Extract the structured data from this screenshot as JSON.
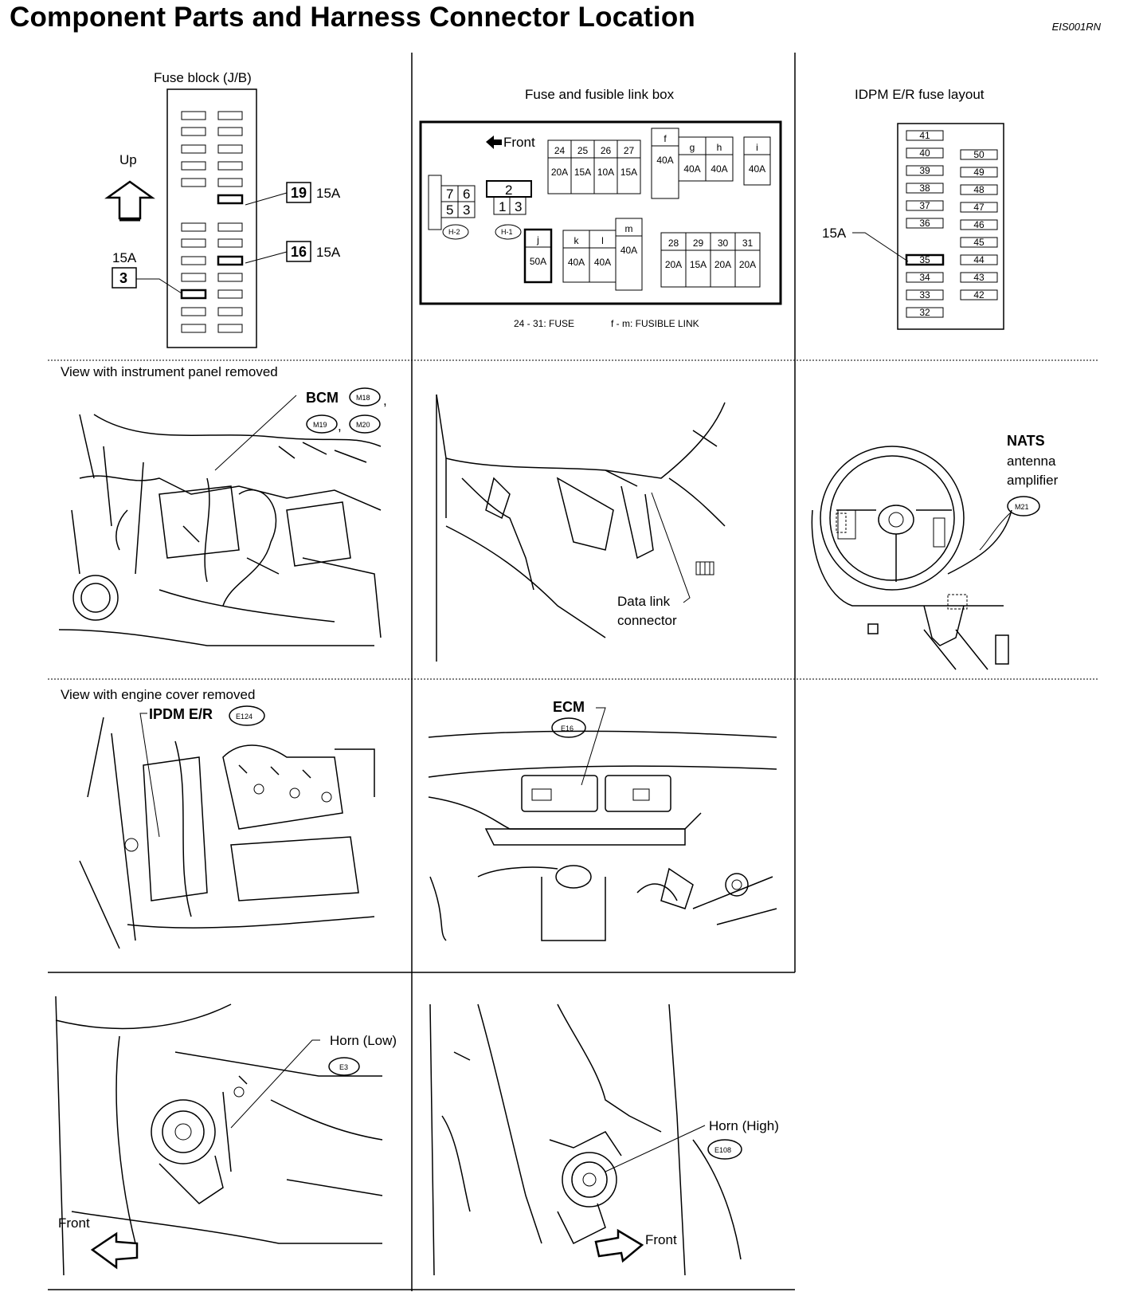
{
  "page": {
    "title": "Component Parts and Harness Connector Location",
    "ref_code": "EIS001RN"
  },
  "fuse_block": {
    "title": "Fuse block (J/B)",
    "up_label": "Up",
    "callouts": [
      {
        "num": "19",
        "amp": "15A"
      },
      {
        "num": "16",
        "amp": "15A"
      },
      {
        "num": "3",
        "amp": "15A"
      }
    ]
  },
  "fuse_link_box": {
    "title": "Fuse and fusible link box",
    "front_label": "Front",
    "fuses_a": [
      {
        "num": "24",
        "amp": "20A"
      },
      {
        "num": "25",
        "amp": "15A"
      },
      {
        "num": "26",
        "amp": "10A"
      },
      {
        "num": "27",
        "amp": "15A"
      }
    ],
    "links_a": [
      {
        "num": "f",
        "amp": "40A"
      },
      {
        "num": "g",
        "amp": "40A"
      },
      {
        "num": "h",
        "amp": "40A"
      }
    ],
    "link_i": {
      "num": "i",
      "amp": "40A"
    },
    "relay_h2": [
      "7",
      "6",
      "5",
      "3"
    ],
    "relay_h2_tag": "H-2",
    "relay_h1": [
      "2",
      "1",
      "3"
    ],
    "relay_h1_tag": "H-1",
    "link_j": {
      "num": "j",
      "amp": "50A"
    },
    "links_b": [
      {
        "num": "k",
        "amp": "40A"
      },
      {
        "num": "l",
        "amp": "40A"
      },
      {
        "num": "m",
        "amp": "40A"
      }
    ],
    "fuses_b": [
      {
        "num": "28",
        "amp": "20A"
      },
      {
        "num": "29",
        "amp": "15A"
      },
      {
        "num": "30",
        "amp": "20A"
      },
      {
        "num": "31",
        "amp": "20A"
      }
    ],
    "legend_fuse": "24 - 31: FUSE",
    "legend_link": "f - m: FUSIBLE LINK"
  },
  "ipdm_layout": {
    "title": "IDPM E/R fuse layout",
    "callout_amp": "15A",
    "left_col": [
      "41",
      "40",
      "39",
      "38",
      "37",
      "36",
      "35",
      "34",
      "33",
      "32"
    ],
    "right_col": [
      "50",
      "49",
      "48",
      "47",
      "46",
      "45",
      "44",
      "43",
      "42"
    ]
  },
  "panels": {
    "instrument_panel": {
      "caption": "View with instrument panel removed",
      "component": "BCM",
      "connectors": [
        "M18",
        "M19",
        "M20"
      ]
    },
    "data_link": {
      "label_line1": "Data link",
      "label_line2": "connector"
    },
    "nats": {
      "line1": "NATS",
      "line2": "antenna",
      "line3": "amplifier",
      "connector": "M21"
    },
    "engine_cover": {
      "caption": "View with engine cover removed",
      "component": "IPDM E/R",
      "connector": "E124"
    },
    "ecm": {
      "component": "ECM",
      "connector": "E16"
    },
    "horn_low": {
      "component": "Horn (Low)",
      "connector": "E3",
      "front": "Front"
    },
    "horn_high": {
      "component": "Horn (High)",
      "connector": "E108",
      "front": "Front"
    }
  }
}
